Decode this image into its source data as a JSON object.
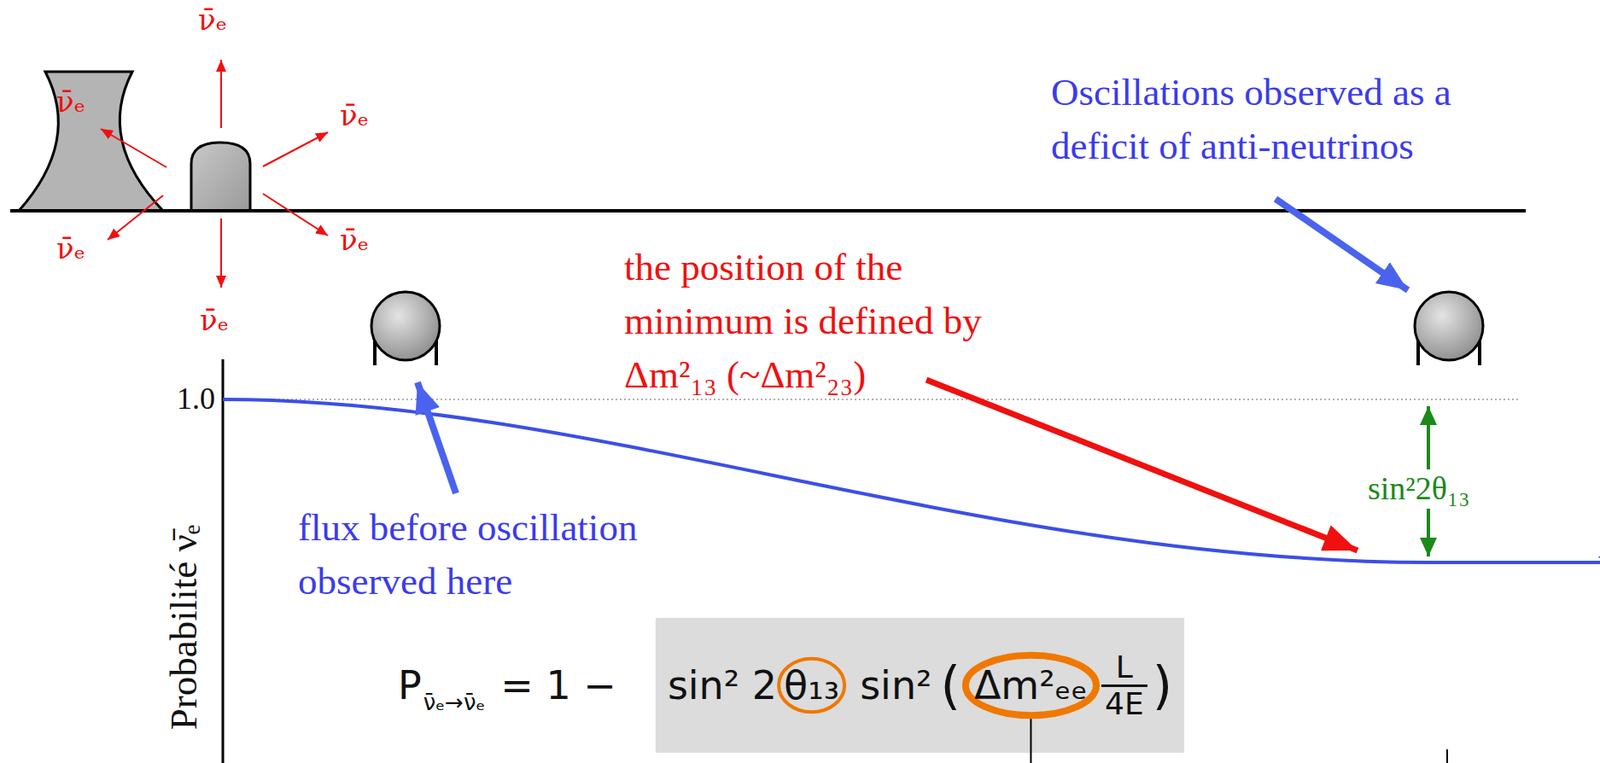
{
  "diagram": {
    "labels": [
      "ν̄ₑ",
      "ν̄ₑ",
      "ν̄ₑ",
      "ν̄ₑ",
      "ν̄ₑ",
      "ν̄ₑ",
      "Oscillations observed as a deficit of anti-neutrinos",
      "the position of the minimum is defined by Δm²₁₃ (~Δm²₂₃)",
      "1.0",
      "sin²2θ₁₃",
      "flux before oscillation observed here",
      "Probabilité ν̄ₑ",
      "P",
      "ν̄ₑ→ν̄ₑ",
      "= 1 −",
      "sin² 2",
      "θ₁₃",
      "sin²",
      "(",
      "Δm²ₑₑ",
      "L",
      "4E",
      ")"
    ]
  }
}
